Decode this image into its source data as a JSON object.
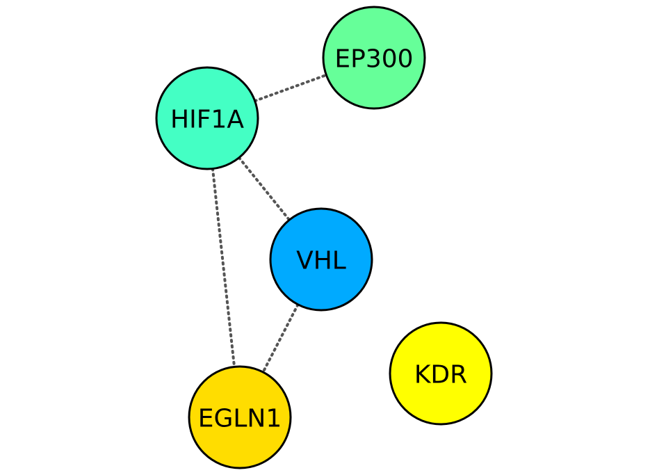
{
  "network": {
    "nodes": [
      {
        "id": "EP300",
        "label": "EP300",
        "color": "#66ff99"
      },
      {
        "id": "HIF1A",
        "label": "HIF1A",
        "color": "#44ffc4"
      },
      {
        "id": "VHL",
        "label": "VHL",
        "color": "#00aaff"
      },
      {
        "id": "EGLN1",
        "label": "EGLN1",
        "color": "#ffdd00"
      },
      {
        "id": "KDR",
        "label": "KDR",
        "color": "#ffff00"
      }
    ],
    "edges": [
      {
        "source": "HIF1A",
        "target": "EP300",
        "style": "dotted"
      },
      {
        "source": "HIF1A",
        "target": "VHL",
        "style": "dotted"
      },
      {
        "source": "HIF1A",
        "target": "EGLN1",
        "style": "dotted"
      },
      {
        "source": "VHL",
        "target": "EGLN1",
        "style": "dotted"
      }
    ]
  }
}
